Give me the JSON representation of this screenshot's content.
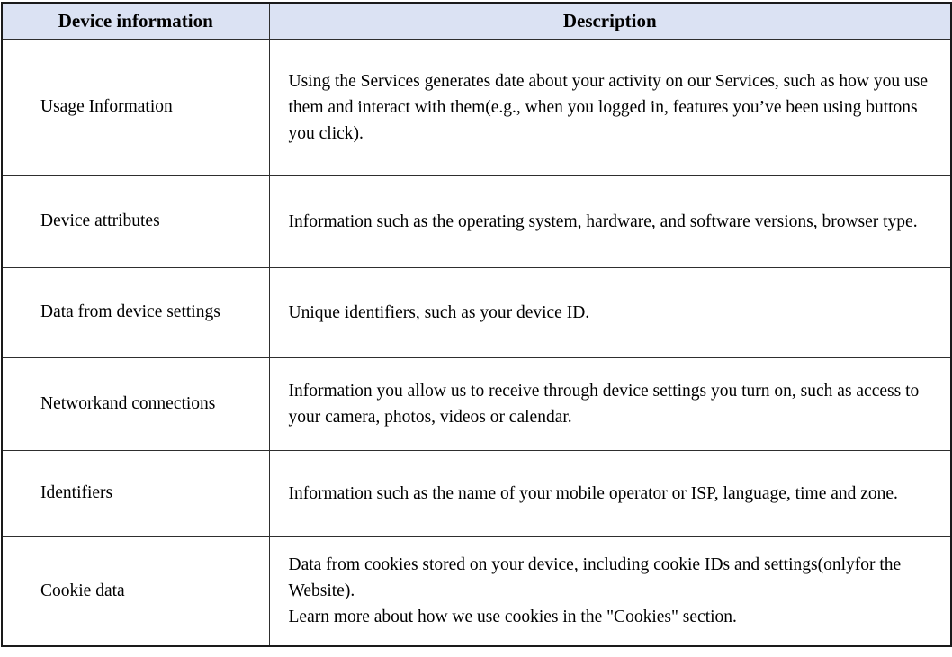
{
  "colors": {
    "header_bg": "#dbe2f3",
    "outer_border": "#1a1a1a",
    "inner_border": "#2e2e2e",
    "text": "#000000"
  },
  "table": {
    "headers": {
      "device_information": "Device information",
      "description": "Description"
    },
    "rows": [
      {
        "term": "Usage Information",
        "description": "Using the Services generates date about your activity on our Services, such as how you use them and interact with them(e.g., when you logged in, features you’ve been using buttons you click)."
      },
      {
        "term": "Device attributes",
        "description": "Information such as the operating system, hardware, and software versions, browser type."
      },
      {
        "term": "Data from device settings",
        "description": "Unique identifiers, such as your device ID."
      },
      {
        "term": "Networkand connections",
        "description": "Information you allow us to receive through device settings you turn on, such as access to your camera, photos, videos or calendar."
      },
      {
        "term": "Identifiers",
        "description": "Information such as the name of your mobile operator or ISP, language, time and zone."
      },
      {
        "term": "Cookie data",
        "description": "Data from cookies stored on your device, including cookie IDs and settings(onlyfor the Website).\nLearn more about how we use cookies in the \"Cookies\" section."
      }
    ]
  }
}
